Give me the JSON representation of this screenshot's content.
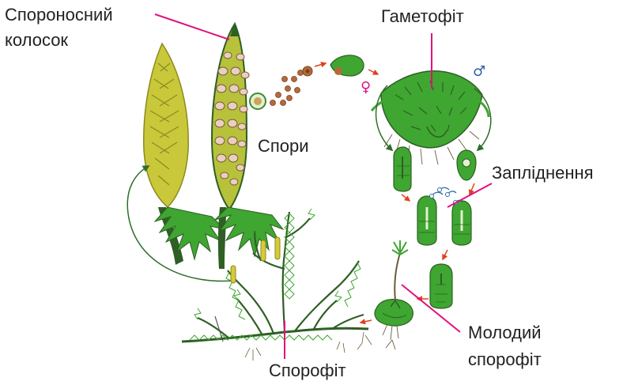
{
  "labels": {
    "spore_spike": [
      "Спороносний",
      "колосок"
    ],
    "gametophyte": "Гаметофіт",
    "spores": "Спори",
    "fertilization": "Запліднення",
    "young_sporophyte": [
      "Молодий",
      "спорофіт"
    ],
    "sporophyte": "Спорофіт"
  },
  "symbols": {
    "female": "♀",
    "male": "♂"
  },
  "colors": {
    "leader_line": "#e0117f",
    "arrow_red": "#e2401c",
    "arrow_green": "#2f6e2a",
    "plant_dark": "#2f5f25",
    "plant_green": "#3ea631",
    "spike_yellow": "#c9c83a",
    "spore_brown": "#b46a3a",
    "female_symbol": "#e0117f",
    "male_symbol": "#2f5fa8"
  }
}
